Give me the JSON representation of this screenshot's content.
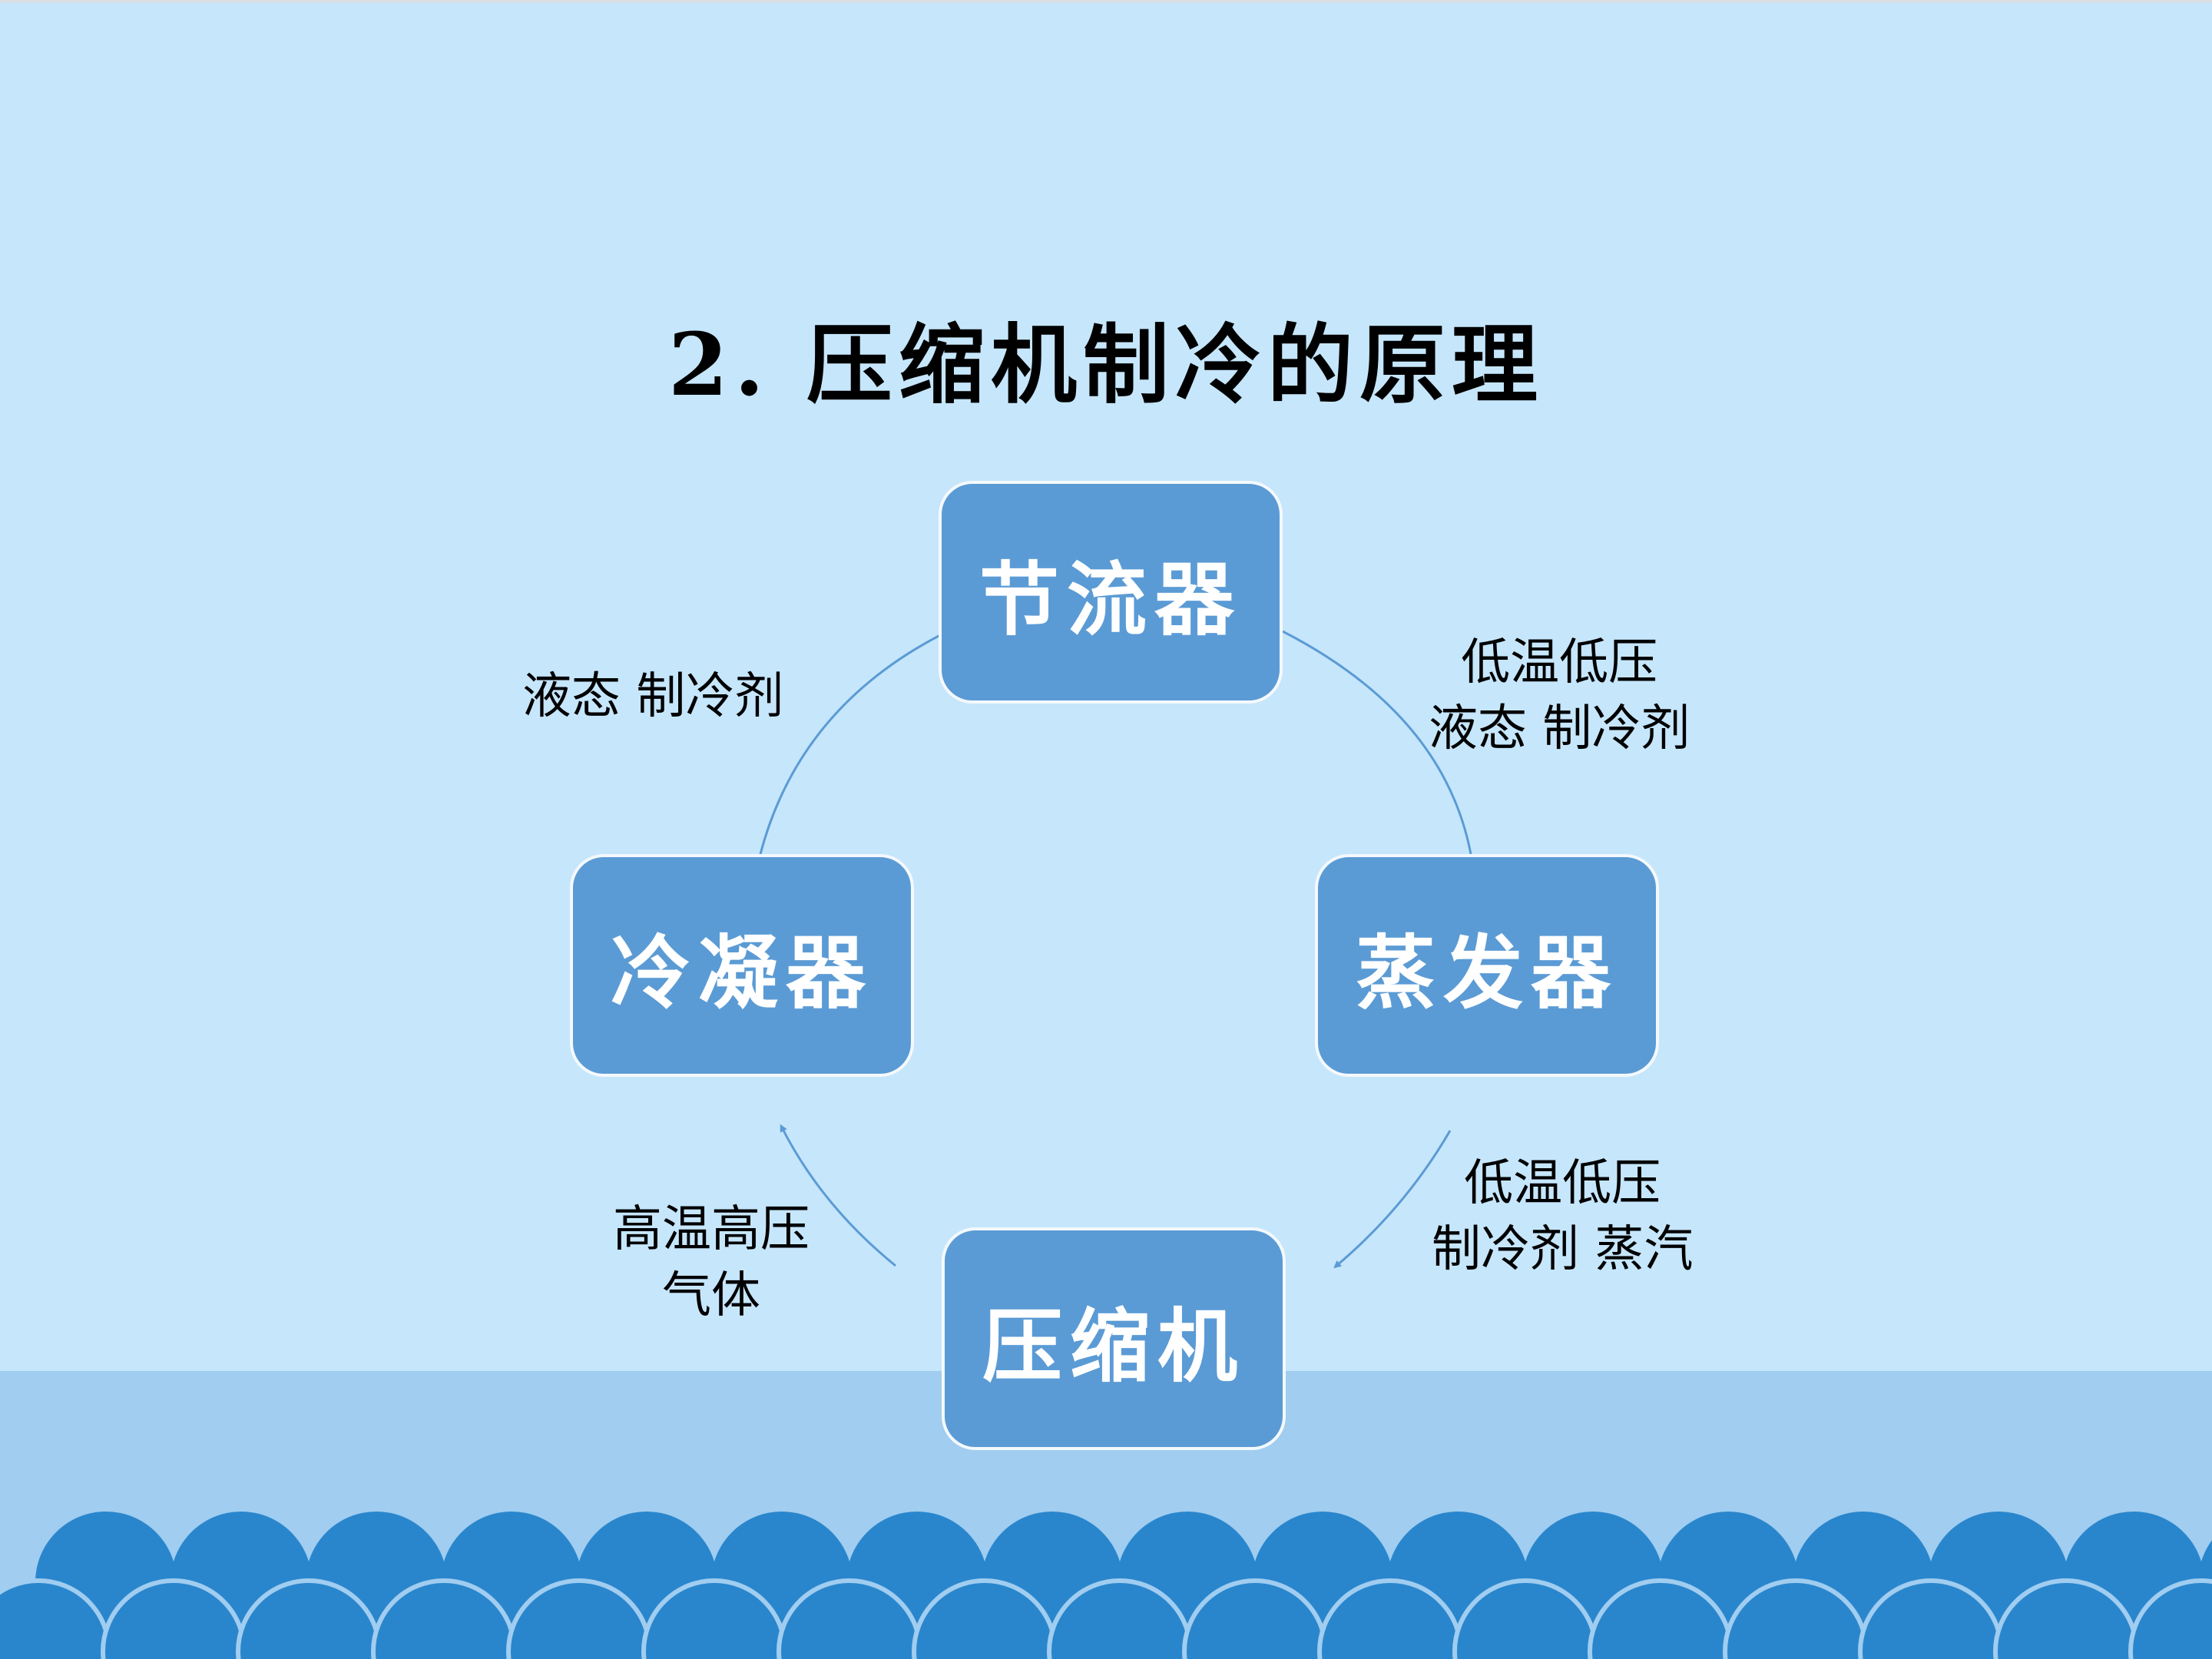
{
  "title": "2.  压缩机制冷的原理",
  "nodes": {
    "throttle": "节流器",
    "condenser": "冷凝器",
    "evaporator": "蒸发器",
    "compressor": "压缩机"
  },
  "labels": {
    "left_top": "液态 制冷剂",
    "right_top_line1": "低温低压",
    "right_top_line2": "液态 制冷剂",
    "right_bottom_line1": "低温低压",
    "right_bottom_line2": "制冷剂 蒸汽",
    "left_bottom_line1": "高温高压",
    "left_bottom_line2": "气体"
  },
  "colors": {
    "background": "#c6e6fb",
    "node_fill": "#5b9bd5",
    "node_border": "#f4f9fd",
    "arrow": "#5b9bd5",
    "band": "#a0cdf0",
    "waves": "#2a86cc"
  }
}
